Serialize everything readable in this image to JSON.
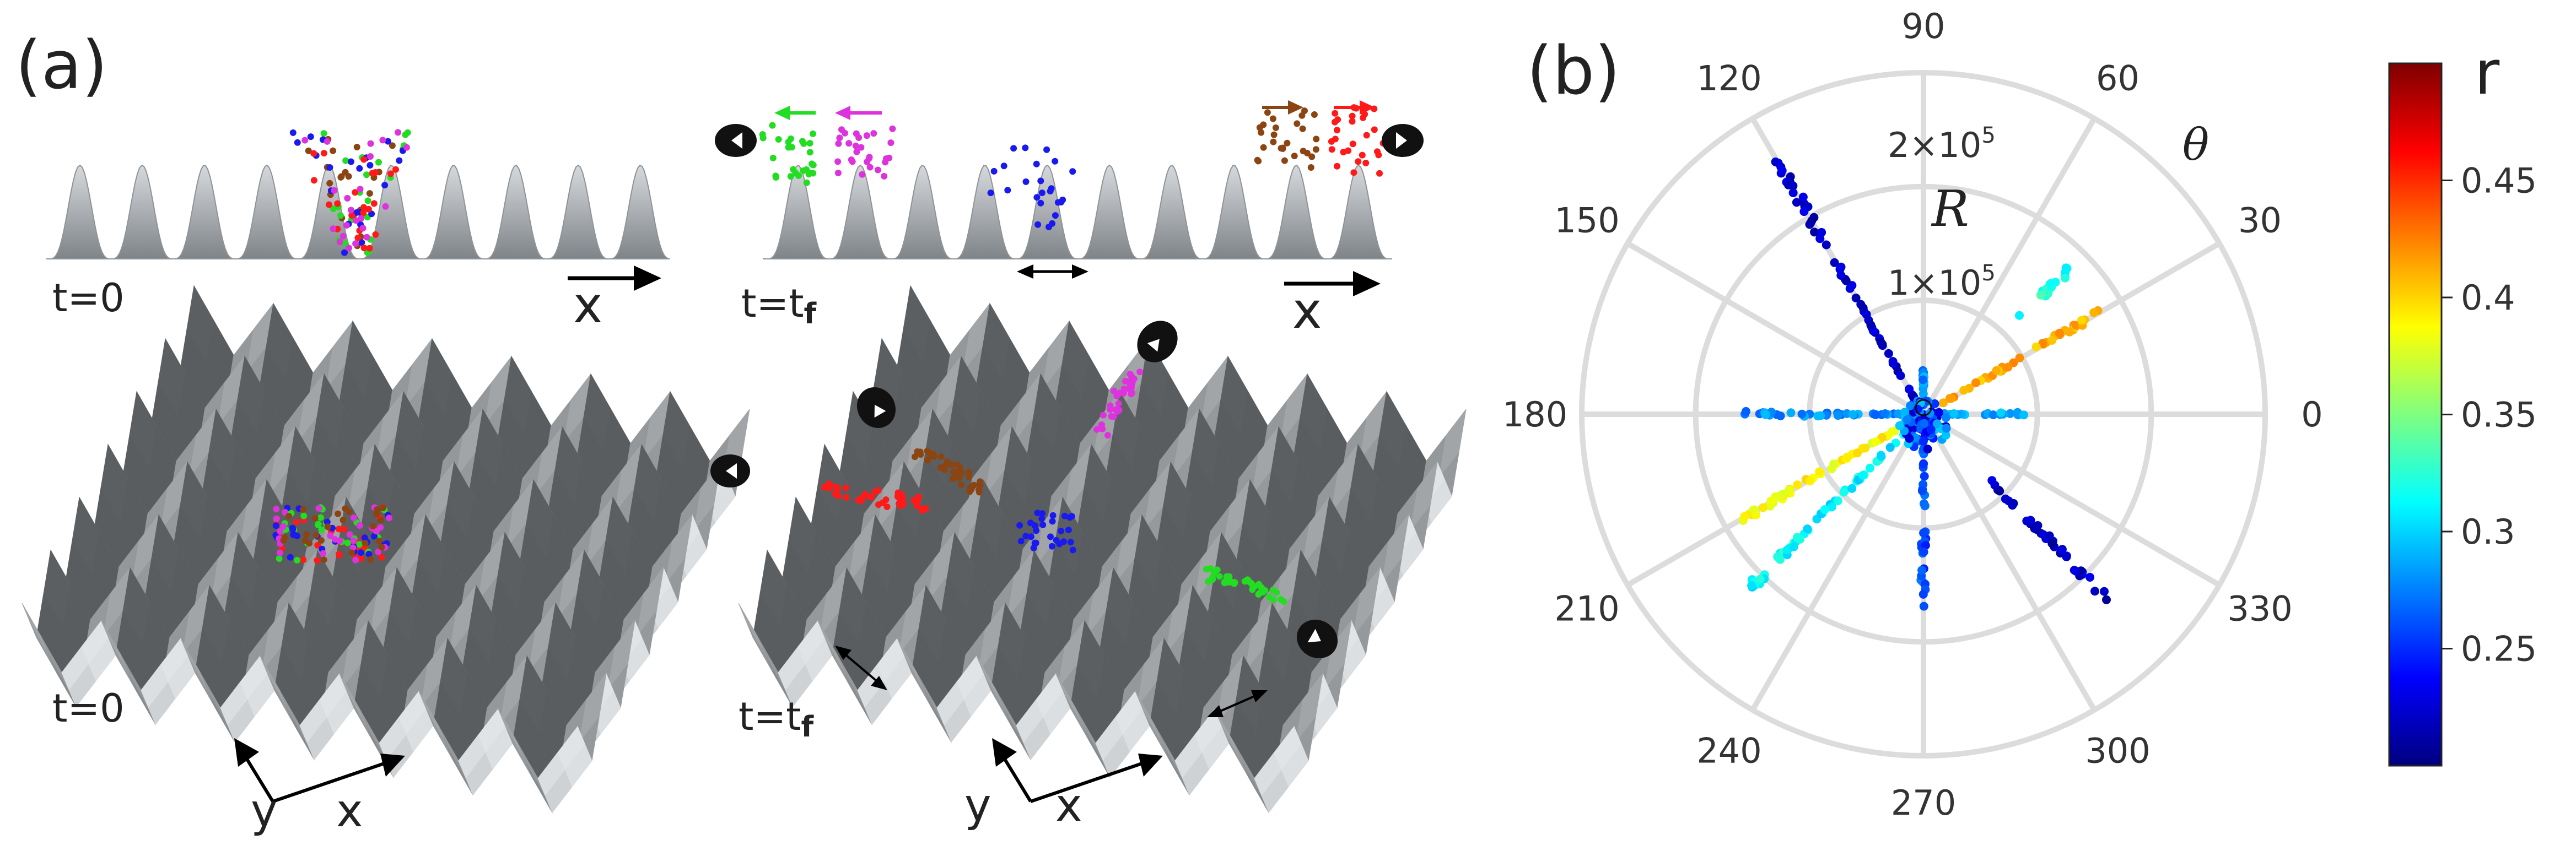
{
  "panels": {
    "a": {
      "label": "(a)"
    },
    "b": {
      "label": "(b)"
    }
  },
  "panel_a": {
    "top_left": {
      "time": "t=0",
      "axis": "x"
    },
    "top_right": {
      "time_base": "t=t",
      "time_sub": "f",
      "axis": "x"
    },
    "bottom_left": {
      "time": "t=0",
      "axis_y": "y",
      "axis_x": "x"
    },
    "bottom_right": {
      "time_base": "t=t",
      "time_sub": "f",
      "axis_y": "y",
      "axis_x": "x"
    },
    "colors": {
      "surface": "#a9adb1",
      "red": "#ff1a1a",
      "green": "#22dd22",
      "blue": "#1a1aee",
      "magenta": "#dd33dd",
      "brown": "#8b4513",
      "eye": "#111111"
    },
    "icons": [
      "eye-icon"
    ]
  },
  "chart_data": {
    "type": "scatter",
    "coordinate_system": "polar",
    "angle_label": "θ",
    "radius_label": "R",
    "angle_ticks": [
      "0",
      "30",
      "60",
      "90",
      "120",
      "150",
      "180",
      "210",
      "240",
      "270",
      "300",
      "330"
    ],
    "radius_ticks": [
      {
        "mant": "1",
        "exp": "5",
        "value": 100000
      },
      {
        "mant": "2",
        "exp": "5",
        "value": 200000
      }
    ],
    "radius_range": [
      0,
      300000
    ],
    "grid": true,
    "colorbar": {
      "label": "r",
      "range": [
        0.2,
        0.5
      ],
      "ticks": [
        "0.25",
        "0.3",
        "0.35",
        "0.4",
        "0.45"
      ],
      "tick_values": [
        0.25,
        0.3,
        0.35,
        0.4,
        0.45
      ],
      "colormap": "jet"
    },
    "series": [
      {
        "theta": 0,
        "r_from": 10000,
        "r_to": 90000,
        "color_value": 0.29
      },
      {
        "theta": 30,
        "r_from": 10000,
        "r_to": 180000,
        "color_value": 0.41
      },
      {
        "theta": 45,
        "r_from": 120000,
        "r_to": 180000,
        "color_value": 0.32
      },
      {
        "theta": 90,
        "r_from": 5000,
        "r_to": 40000,
        "color_value": 0.28
      },
      {
        "theta": 120,
        "r_from": 15000,
        "r_to": 260000,
        "color_value": 0.22
      },
      {
        "theta": 180,
        "r_from": 5000,
        "r_to": 160000,
        "color_value": 0.28
      },
      {
        "theta": 210,
        "r_from": 10000,
        "r_to": 185000,
        "color_value": 0.39
      },
      {
        "theta": 225,
        "r_from": 15000,
        "r_to": 215000,
        "color_value": 0.31
      },
      {
        "theta": 270,
        "r_from": 5000,
        "r_to": 170000,
        "color_value": 0.26
      },
      {
        "theta": 315,
        "r_from": 80000,
        "r_to": 230000,
        "color_value": 0.22
      }
    ]
  }
}
